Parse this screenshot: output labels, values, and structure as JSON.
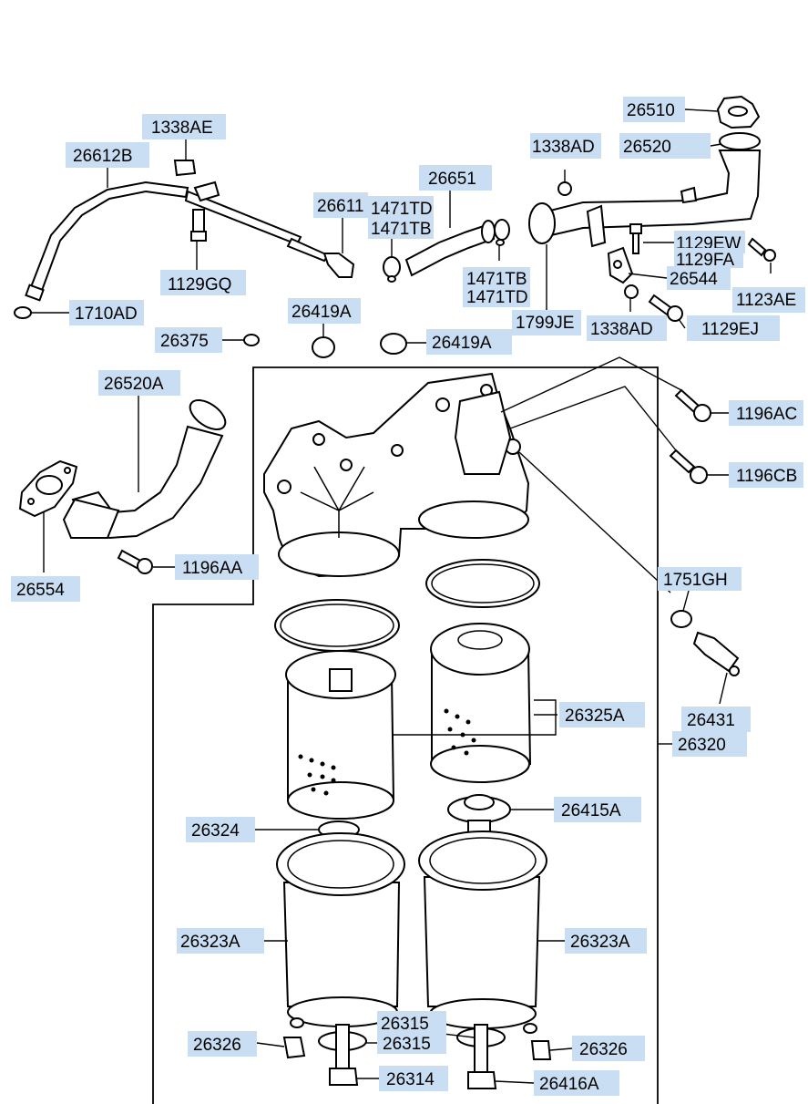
{
  "callouts": [
    {
      "id": "26510",
      "text": "26510"
    },
    {
      "id": "26520",
      "text": "26520"
    },
    {
      "id": "1338AE",
      "text": "1338AE"
    },
    {
      "id": "26612B",
      "text": "26612B"
    },
    {
      "id": "1338AD-top",
      "text": "1338AD"
    },
    {
      "id": "26651",
      "text": "26651"
    },
    {
      "id": "26611",
      "text": "26611"
    },
    {
      "id": "1471TD-top",
      "text": "1471TD"
    },
    {
      "id": "1471TB-top",
      "text": "1471TB"
    },
    {
      "id": "1129EW",
      "text": "1129EW"
    },
    {
      "id": "1129FA",
      "text": "1129FA"
    },
    {
      "id": "26544",
      "text": "26544"
    },
    {
      "id": "1129GQ",
      "text": "1129GQ"
    },
    {
      "id": "1471TB-mid",
      "text": "1471TB"
    },
    {
      "id": "1471TD-mid",
      "text": "1471TD"
    },
    {
      "id": "1123AE",
      "text": "1123AE"
    },
    {
      "id": "1710AD",
      "text": "1710AD"
    },
    {
      "id": "26419A-left",
      "text": "26419A"
    },
    {
      "id": "1799JE",
      "text": "1799JE"
    },
    {
      "id": "1338AD-bottom",
      "text": "1338AD"
    },
    {
      "id": "1129EJ",
      "text": "1129EJ"
    },
    {
      "id": "26375",
      "text": "26375"
    },
    {
      "id": "26419A-right",
      "text": "26419A"
    },
    {
      "id": "26520A",
      "text": "26520A"
    },
    {
      "id": "1196AC",
      "text": "1196AC"
    },
    {
      "id": "1196CB",
      "text": "1196CB"
    },
    {
      "id": "1196AA",
      "text": "1196AA"
    },
    {
      "id": "26554",
      "text": "26554"
    },
    {
      "id": "1751GH",
      "text": "1751GH"
    },
    {
      "id": "26431",
      "text": "26431"
    },
    {
      "id": "26325A",
      "text": "26325A"
    },
    {
      "id": "26320",
      "text": "26320"
    },
    {
      "id": "26324",
      "text": "26324"
    },
    {
      "id": "26415A",
      "text": "26415A"
    },
    {
      "id": "26323A-left",
      "text": "26323A"
    },
    {
      "id": "26323A-right",
      "text": "26323A"
    },
    {
      "id": "26315-top",
      "text": "26315"
    },
    {
      "id": "26315-bottom",
      "text": "26315"
    },
    {
      "id": "26326-left",
      "text": "26326"
    },
    {
      "id": "26326-right",
      "text": "26326"
    },
    {
      "id": "26314",
      "text": "26314"
    },
    {
      "id": "26416A",
      "text": "26416A"
    }
  ],
  "colors": {
    "label_highlight": "#c9def3",
    "line": "#000000",
    "background": "#ffffff"
  }
}
